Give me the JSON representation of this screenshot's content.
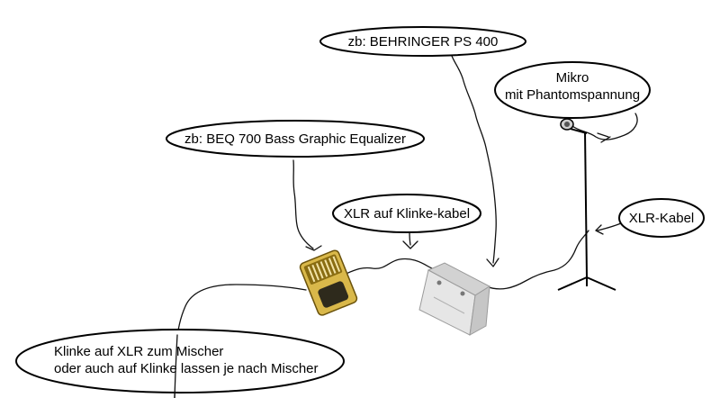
{
  "labels": {
    "ps400": "zb: BEHRINGER PS 400",
    "mic_line1": "Mikro",
    "mic_line2": "mit Phantomspannung",
    "beq": "zb: BEQ 700 Bass Graphic Equalizer",
    "xlr_klinke": "XLR auf Klinke-kabel",
    "xlr_kabel": "XLR-Kabel",
    "mixer_line1": "Klinke auf XLR zum Mischer",
    "mixer_line2": "oder auch auf Klinke lassen je nach Mischer"
  },
  "colors": {
    "equalizer_body": "#d9b84a",
    "equalizer_dark": "#8a6d12",
    "ps400_body": "#e6e6e6",
    "ps400_edge": "#9a9a9a",
    "outline": "#000000"
  }
}
